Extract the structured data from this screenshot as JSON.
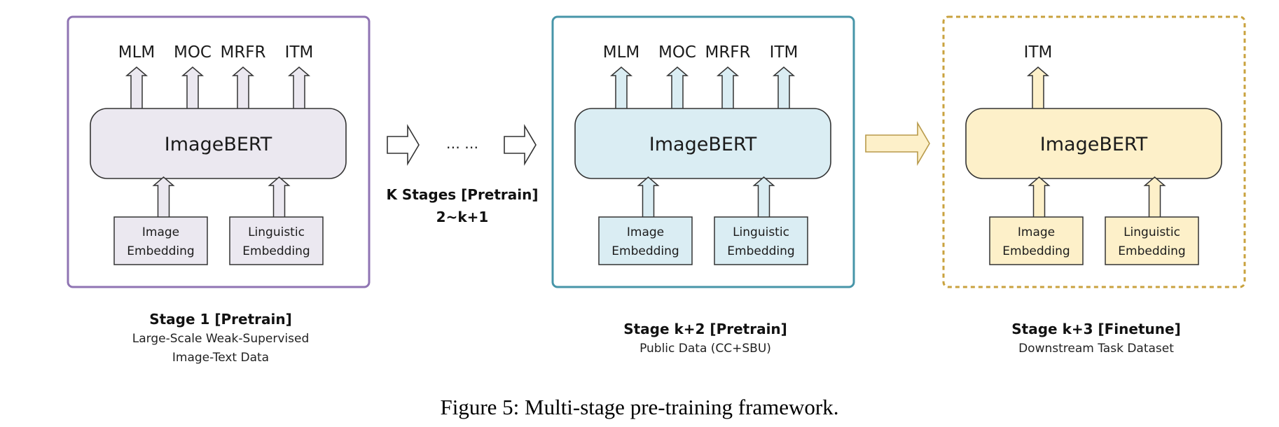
{
  "figure_caption": "Figure 5: Multi-stage pre-training framework.",
  "stages": [
    {
      "id": "stage-1",
      "border_style": "solid",
      "border_color": "#8f74b3",
      "fill_color": "#ebe8f0",
      "outputs": [
        "MLM",
        "MOC",
        "MRFR",
        "ITM"
      ],
      "model_label": "ImageBERT",
      "inputs": [
        {
          "line1": "Image",
          "line2": "Embedding"
        },
        {
          "line1": "Linguistic",
          "line2": "Embedding"
        }
      ],
      "caption_title": "Stage 1 [Pretrain]",
      "caption_lines": [
        "Large-Scale Weak-Supervised",
        "Image-Text Data"
      ]
    },
    {
      "id": "stage-k2",
      "border_style": "solid",
      "border_color": "#4795a8",
      "fill_color": "#daedf3",
      "outputs": [
        "MLM",
        "MOC",
        "MRFR",
        "ITM"
      ],
      "model_label": "ImageBERT",
      "inputs": [
        {
          "line1": "Image",
          "line2": "Embedding"
        },
        {
          "line1": "Linguistic",
          "line2": "Embedding"
        }
      ],
      "caption_title": "Stage k+2 [Pretrain]",
      "caption_lines": [
        "Public Data (CC+SBU)"
      ]
    },
    {
      "id": "stage-k3",
      "border_style": "dashed",
      "border_color": "#c9a23e",
      "fill_color": "#fdf0c9",
      "outputs": [
        "ITM"
      ],
      "model_label": "ImageBERT",
      "inputs": [
        {
          "line1": "Image",
          "line2": "Embedding"
        },
        {
          "line1": "Linguistic",
          "line2": "Embedding"
        }
      ],
      "caption_title": "Stage k+3 [Finetune]",
      "caption_lines": [
        "Downstream Task Dataset"
      ]
    }
  ],
  "intermediate": {
    "ellipsis": "… …",
    "title": "K Stages [Pretrain]",
    "subtitle": "2~k+1"
  },
  "connector_colors": {
    "hollow_arrow_stroke": "#333333",
    "finetune_arrow_fill": "#fdf0c9",
    "finetune_arrow_stroke": "#b89a4a"
  }
}
